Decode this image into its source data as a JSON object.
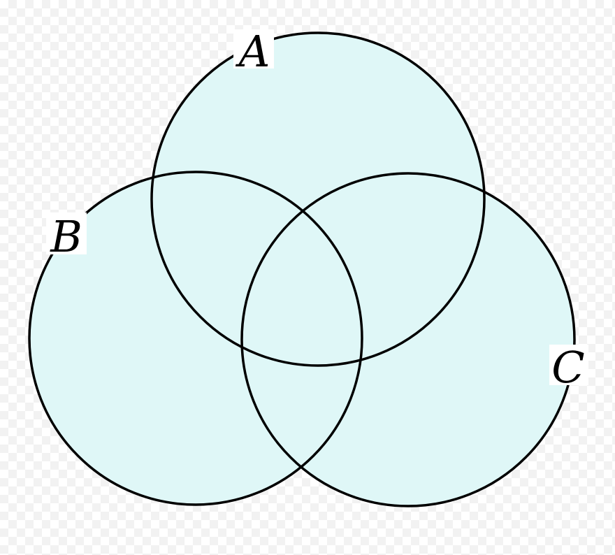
{
  "diagram": {
    "type": "venn-3",
    "fill_color": "#dff7f7",
    "stroke_color": "#000000",
    "sets": [
      {
        "id": "A",
        "label": "A"
      },
      {
        "id": "B",
        "label": "B"
      },
      {
        "id": "C",
        "label": "C"
      }
    ]
  }
}
